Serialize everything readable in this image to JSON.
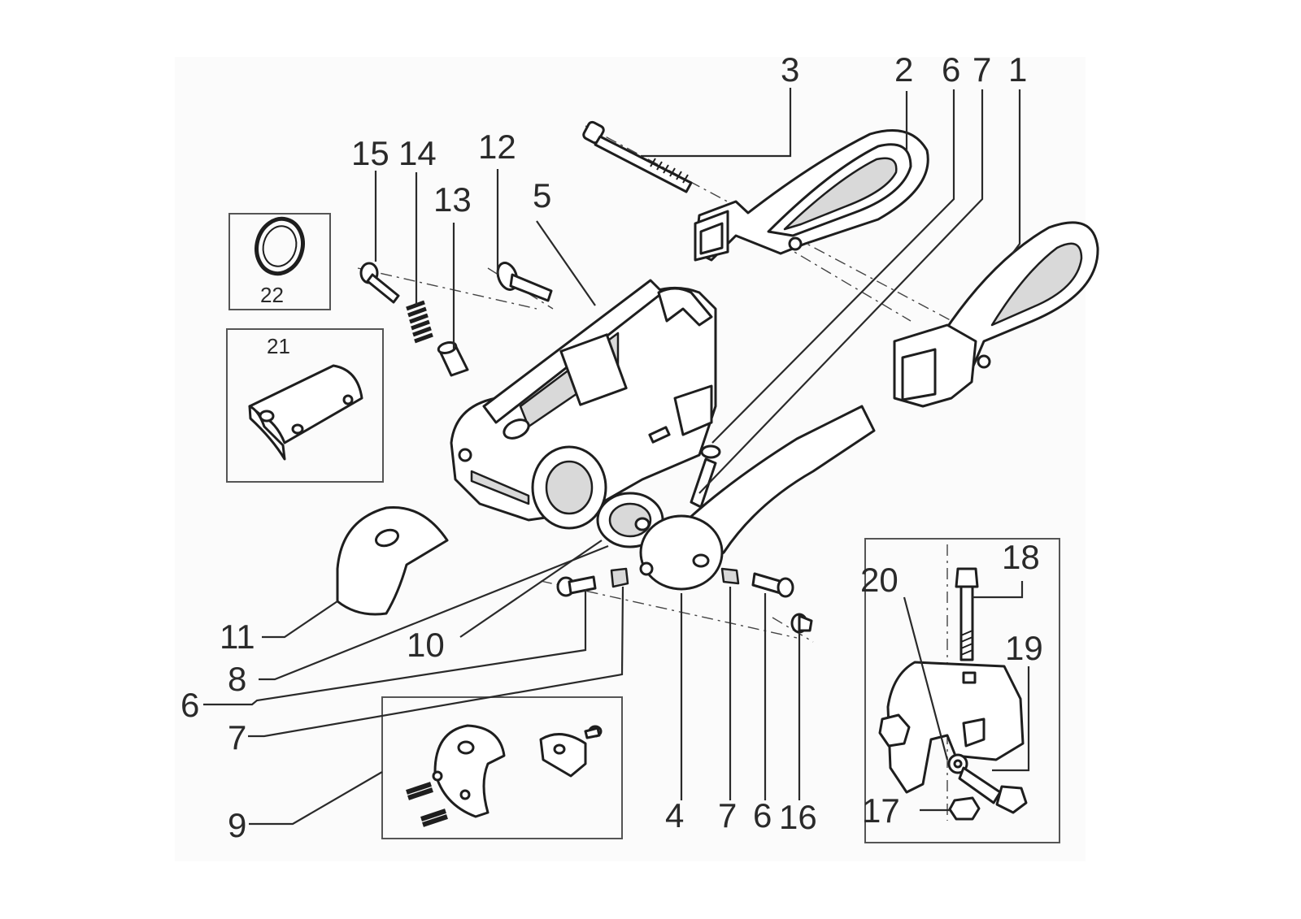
{
  "diagram": {
    "callouts": {
      "n1": "1",
      "n2": "2",
      "n3": "3",
      "n4": "4",
      "n5": "5",
      "n6_top": "6",
      "n6_left": "6",
      "n6_bottom": "6",
      "n7_top": "7",
      "n7_left": "7",
      "n7_bottom": "7",
      "n8": "8",
      "n9": "9",
      "n10": "10",
      "n11": "11",
      "n12": "12",
      "n13": "13",
      "n14": "14",
      "n15": "15",
      "n16": "16",
      "n17": "17",
      "n18": "18",
      "n19": "19",
      "n20": "20",
      "n21": "21",
      "n22": "22"
    }
  }
}
